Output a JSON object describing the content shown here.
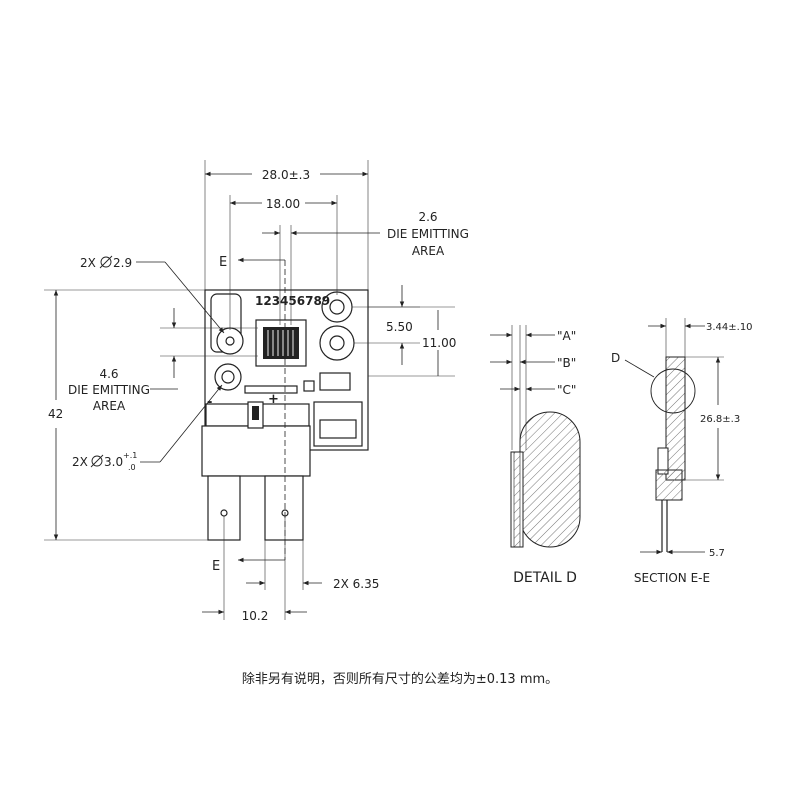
{
  "main_view": {
    "dims": {
      "overall_width": "28.0±.3",
      "hole_spacing": "18.00",
      "die_area_a_value": "2.6",
      "die_area_a_label1": "DIE EMITTING",
      "die_area_a_label2": "AREA",
      "hole_small": "2X",
      "hole_small_value": "2.9",
      "die_area_b_value": "4.6",
      "die_area_b_label1": "DIE EMITTING",
      "die_area_b_label2": "AREA",
      "hole_large": "2X",
      "hole_large_value": "3.0",
      "hole_large_tol_plus": "+.1",
      "hole_large_tol_minus": ".0",
      "height_pad": "5.50",
      "height_holes": "11.00",
      "overall_height": "42",
      "terminal_width": "2X 6.35",
      "terminal_spacing": "10.2"
    },
    "board_label": "123456789",
    "section_marker_top": "E",
    "section_marker_bottom": "E",
    "polarity_plus": "+",
    "polarity_minus": "-"
  },
  "detail_view": {
    "title": "DETAIL D",
    "labels": [
      "\"A\"",
      "\"B\"",
      "\"C\""
    ]
  },
  "section_view": {
    "title": "SECTION E-E",
    "detail_callout": "D",
    "thickness": "3.44±.10",
    "height": "26.8±.3",
    "pin_length": "5.7"
  },
  "footer_note": "除非另有说明，否则所有尺寸的公差均为±0.13 mm。",
  "colors": {
    "line": "#222222",
    "hatch": "#777777",
    "background": "#ffffff"
  }
}
